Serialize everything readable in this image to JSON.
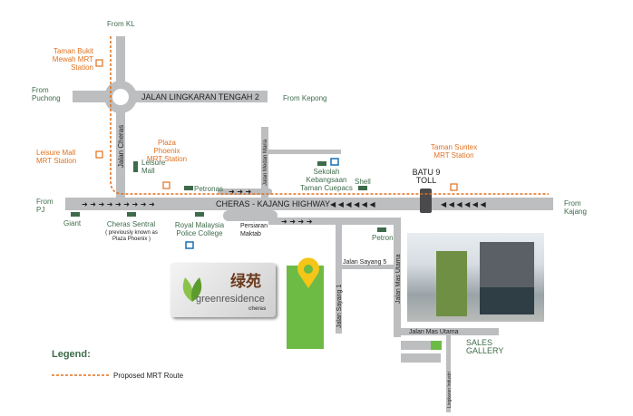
{
  "roads": {
    "lingkaran_tengah": "JALAN LINGKARAN TENGAH 2",
    "highway": "CHERAS - KAJANG HIGHWAY",
    "jalan_cheras": "Jalan Cheras",
    "medan_maria": "Jalan Medan Maria",
    "persiaran_maktab": "Persiaran Maktab",
    "sayang5": "Jalan Sayang 5",
    "sayang1": "Jalan Sayang 1",
    "mas_utama_v": "Jalan Mas Utama",
    "mas_utama_h": "Jalan Mas Utama",
    "lingkaran_industri": "Lingkaran Industri"
  },
  "directions": {
    "kl": "From KL",
    "puchong": "From Puchong",
    "kepong": "From Kepong",
    "pj": "From PJ",
    "kajang": "From Kajang"
  },
  "mrt": {
    "bukit_mewah": "Taman Bukit Mewah MRT Station",
    "leisure_mall": "Leisure Mall MRT Station",
    "plaza_phoenix": "Plaza Phoenix MRT Station",
    "suntex": "Taman Suntex MRT Station"
  },
  "landmarks": {
    "leisure_mall": "Leisure Mall",
    "petronas": "Petronas",
    "giant": "Giant",
    "cheras_sentral": "Cheras Sentral",
    "cheras_sentral_note": "( previously known as Plaza Phoenix )",
    "police_college": "Royal Malaysia Police College",
    "sekolah": "Sekolah Kebangsaan Taman Cuepacs",
    "shell": "Shell",
    "petron": "Petron",
    "toll": "BATU 9 TOLL",
    "sales_gallery": "SALES GALLERY"
  },
  "logo": {
    "chinese": "绿苑",
    "name": "greenresidence",
    "sub": "cheras"
  },
  "legend": {
    "title": "Legend:",
    "mrt_route": "Proposed MRT Route"
  },
  "colors": {
    "road": "#bdbec0",
    "mrt": "#e0711f",
    "green": "#6dbb45",
    "landmark": "#3e6b4a",
    "pin": "#f5c518"
  }
}
